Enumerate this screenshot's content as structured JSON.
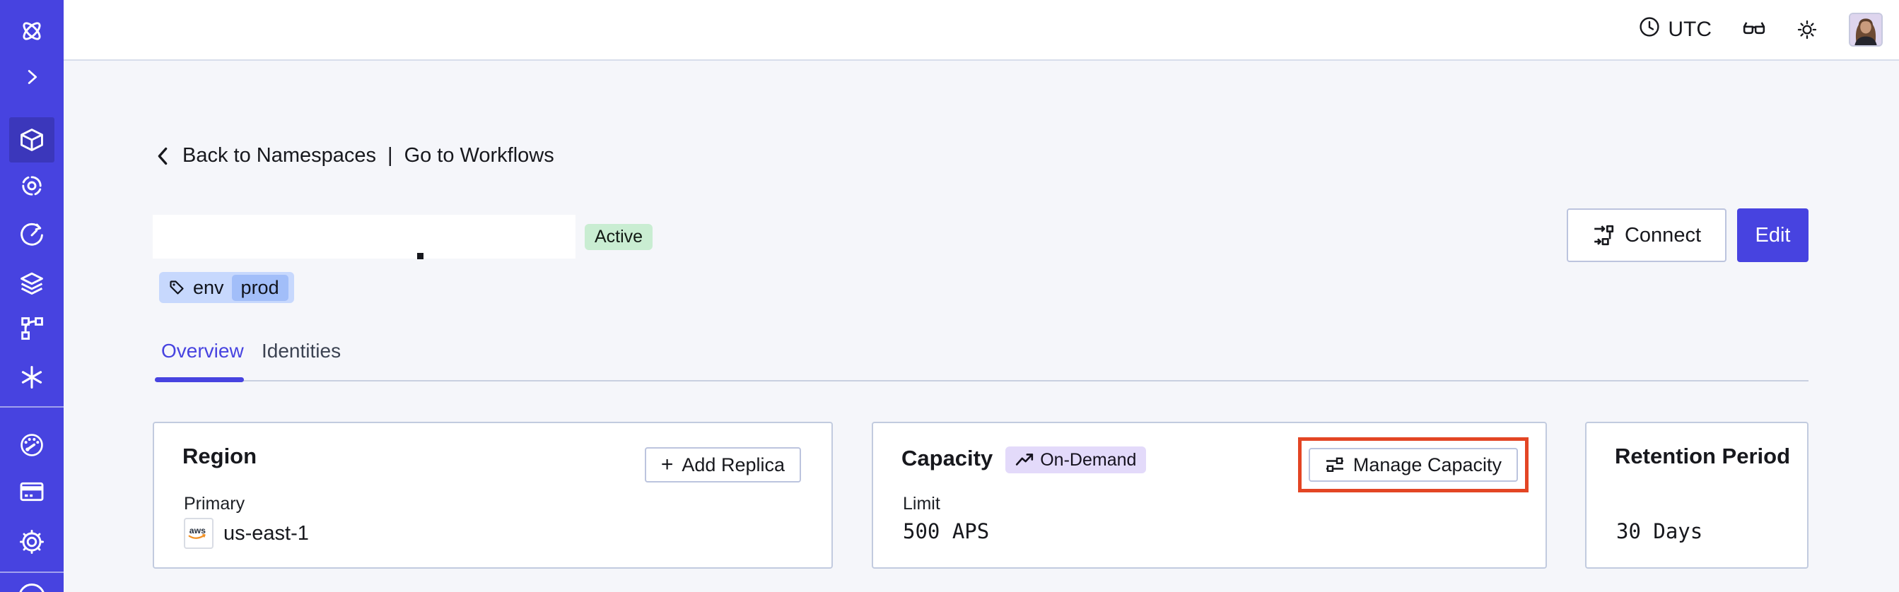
{
  "topbar": {
    "timezone_label": "UTC",
    "icons": [
      "clock-icon",
      "glasses-icon",
      "brightness-icon",
      "user-avatar"
    ]
  },
  "sidebar": {
    "icons": [
      "temporal-logo",
      "expand-sidebar-icon",
      "namespaces-icon",
      "workflows-icon",
      "schedules-icon",
      "deployments-icon",
      "batch-operations-icon",
      "nexus-icon",
      "usage-icon",
      "billing-icon",
      "settings-icon",
      "support-icon"
    ],
    "active_item": "namespaces"
  },
  "breadcrumb": {
    "back_label": "Back to Namespaces",
    "separator": "|",
    "workflows_label": "Go to Workflows"
  },
  "namespace": {
    "status_badge": "Active",
    "tag": {
      "key": "env",
      "value": "prod"
    }
  },
  "header_actions": {
    "connect_label": "Connect",
    "edit_label": "Edit"
  },
  "tabs": {
    "overview": "Overview",
    "identities": "Identities",
    "active_tab": "Overview"
  },
  "cards": {
    "region": {
      "title": "Region",
      "add_replica_label": "Add Replica",
      "primary_label": "Primary",
      "provider_label": "aws",
      "region_value": "us-east-1"
    },
    "capacity": {
      "title": "Capacity",
      "badge_label": "On-Demand",
      "manage_label": "Manage Capacity",
      "limit_label": "Limit",
      "limit_value": "500 APS"
    },
    "retention": {
      "title": "Retention Period",
      "value": "30 Days"
    }
  },
  "glyphs": {
    "plus": "+"
  },
  "colors": {
    "accent_indigo": "#4743e0",
    "sidebar_active": "#3b37bb",
    "status_green": "#c9edd2",
    "tag_blue": "#c7d8fd",
    "tag_chip_blue": "#a2bef9",
    "ondemand_purple": "#e3dafa",
    "highlight_red": "#e34524",
    "aws_orange": "#f19024",
    "card_border": "#c2cbdf",
    "content_bg": "#f5f6fa"
  }
}
